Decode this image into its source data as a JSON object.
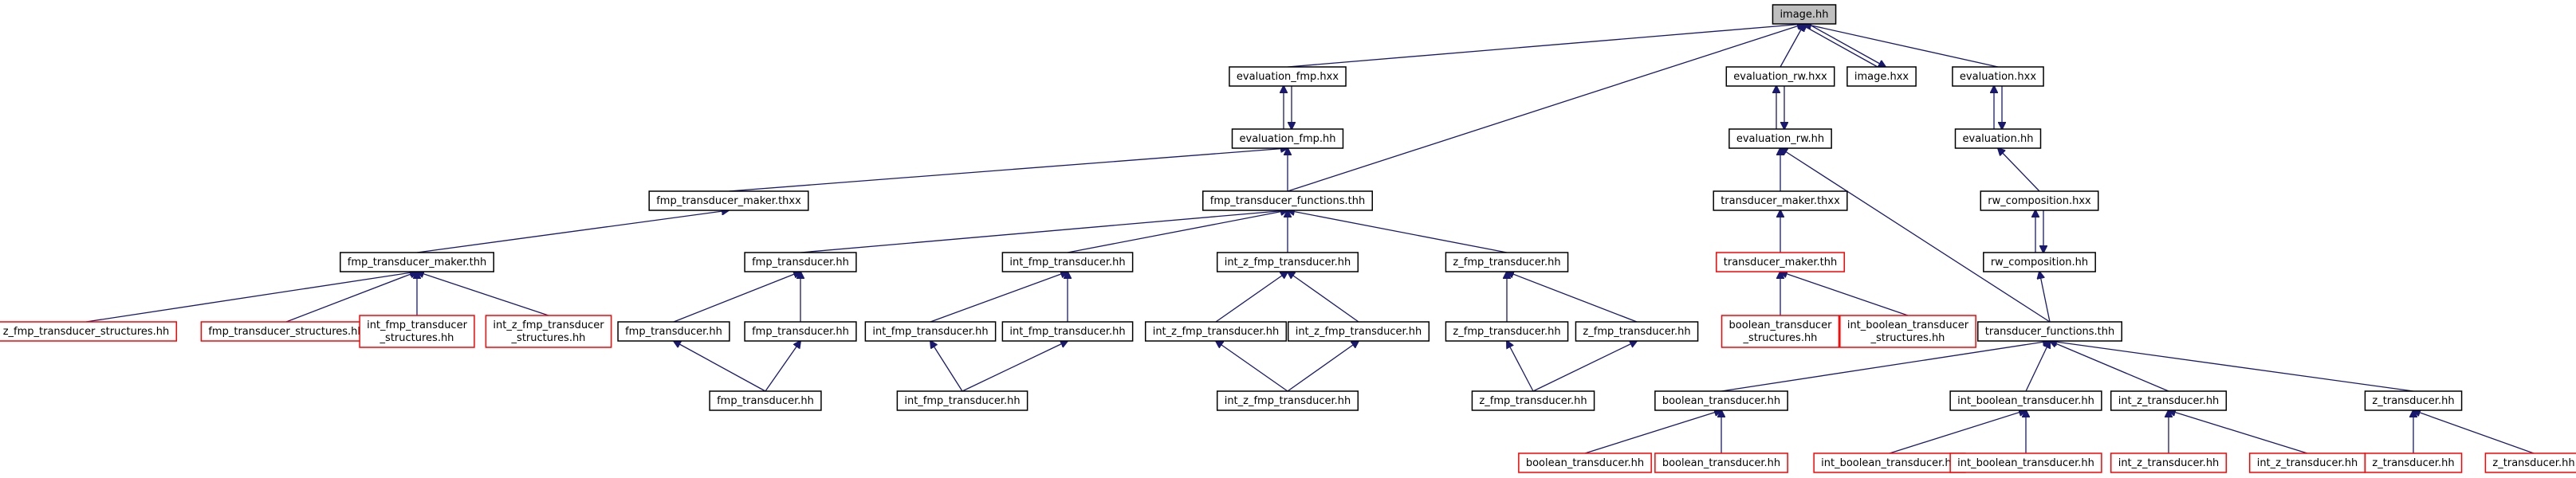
{
  "graph": {
    "nodes": [
      {
        "id": "image_hh",
        "lines": [
          "image.hh"
        ],
        "style": "root"
      },
      {
        "id": "evaluation_fmp_hxx",
        "lines": [
          "evaluation_fmp.hxx"
        ],
        "style": "normal"
      },
      {
        "id": "evaluation_rw_hxx",
        "lines": [
          "evaluation_rw.hxx"
        ],
        "style": "normal"
      },
      {
        "id": "image_hxx",
        "lines": [
          "image.hxx"
        ],
        "style": "normal"
      },
      {
        "id": "evaluation_hxx",
        "lines": [
          "evaluation.hxx"
        ],
        "style": "normal"
      },
      {
        "id": "evaluation_fmp_hh",
        "lines": [
          "evaluation_fmp.hh"
        ],
        "style": "normal"
      },
      {
        "id": "evaluation_rw_hh",
        "lines": [
          "evaluation_rw.hh"
        ],
        "style": "normal"
      },
      {
        "id": "evaluation_hh",
        "lines": [
          "evaluation.hh"
        ],
        "style": "normal"
      },
      {
        "id": "fmp_transducer_maker_thxx",
        "lines": [
          "fmp_transducer_maker.thxx"
        ],
        "style": "normal"
      },
      {
        "id": "fmp_transducer_functions_thh",
        "lines": [
          "fmp_transducer_functions.thh"
        ],
        "style": "normal"
      },
      {
        "id": "transducer_maker_thxx",
        "lines": [
          "transducer_maker.thxx"
        ],
        "style": "normal"
      },
      {
        "id": "rw_composition_hxx",
        "lines": [
          "rw_composition.hxx"
        ],
        "style": "normal"
      },
      {
        "id": "fmp_transducer_maker_thh",
        "lines": [
          "fmp_transducer_maker.thh"
        ],
        "style": "normal"
      },
      {
        "id": "fmp_transducer_hh_a",
        "lines": [
          "fmp_transducer.hh"
        ],
        "style": "normal"
      },
      {
        "id": "int_fmp_transducer_hh_a",
        "lines": [
          "int_fmp_transducer.hh"
        ],
        "style": "normal"
      },
      {
        "id": "int_z_fmp_transducer_hh_a",
        "lines": [
          "int_z_fmp_transducer.hh"
        ],
        "style": "normal"
      },
      {
        "id": "z_fmp_transducer_hh_a",
        "lines": [
          "z_fmp_transducer.hh"
        ],
        "style": "normal"
      },
      {
        "id": "transducer_maker_thh",
        "lines": [
          "transducer_maker.thh"
        ],
        "style": "red"
      },
      {
        "id": "rw_composition_hh",
        "lines": [
          "rw_composition.hh"
        ],
        "style": "normal"
      },
      {
        "id": "z_fmp_transducer_structures_hh",
        "lines": [
          "z_fmp_transducer_structures.hh"
        ],
        "style": "red"
      },
      {
        "id": "fmp_transducer_structures_hh",
        "lines": [
          "fmp_transducer_structures.hh"
        ],
        "style": "red"
      },
      {
        "id": "int_fmp_transducer_structures_hh",
        "lines": [
          "int_fmp_transducer",
          "_structures.hh"
        ],
        "style": "red"
      },
      {
        "id": "int_z_fmp_transducer_structures_hh",
        "lines": [
          "int_z_fmp_transducer",
          "_structures.hh"
        ],
        "style": "red"
      },
      {
        "id": "fmp_transducer_hh_b",
        "lines": [
          "fmp_transducer.hh"
        ],
        "style": "normal"
      },
      {
        "id": "fmp_transducer_hh_c",
        "lines": [
          "fmp_transducer.hh"
        ],
        "style": "normal"
      },
      {
        "id": "int_fmp_transducer_hh_b",
        "lines": [
          "int_fmp_transducer.hh"
        ],
        "style": "normal"
      },
      {
        "id": "int_fmp_transducer_hh_c",
        "lines": [
          "int_fmp_transducer.hh"
        ],
        "style": "normal"
      },
      {
        "id": "int_z_fmp_transducer_hh_b",
        "lines": [
          "int_z_fmp_transducer.hh"
        ],
        "style": "normal"
      },
      {
        "id": "int_z_fmp_transducer_hh_c",
        "lines": [
          "int_z_fmp_transducer.hh"
        ],
        "style": "normal"
      },
      {
        "id": "z_fmp_transducer_hh_b",
        "lines": [
          "z_fmp_transducer.hh"
        ],
        "style": "normal"
      },
      {
        "id": "z_fmp_transducer_hh_c",
        "lines": [
          "z_fmp_transducer.hh"
        ],
        "style": "normal"
      },
      {
        "id": "boolean_transducer_structures_hh",
        "lines": [
          "boolean_transducer",
          "_structures.hh"
        ],
        "style": "red"
      },
      {
        "id": "int_boolean_transducer_structures_hh",
        "lines": [
          "int_boolean_transducer",
          "_structures.hh"
        ],
        "style": "red"
      },
      {
        "id": "transducer_functions_thh",
        "lines": [
          "transducer_functions.thh"
        ],
        "style": "normal"
      },
      {
        "id": "fmp_transducer_hh_d",
        "lines": [
          "fmp_transducer.hh"
        ],
        "style": "normal"
      },
      {
        "id": "int_fmp_transducer_hh_d",
        "lines": [
          "int_fmp_transducer.hh"
        ],
        "style": "normal"
      },
      {
        "id": "int_z_fmp_transducer_hh_d",
        "lines": [
          "int_z_fmp_transducer.hh"
        ],
        "style": "normal"
      },
      {
        "id": "z_fmp_transducer_hh_d",
        "lines": [
          "z_fmp_transducer.hh"
        ],
        "style": "normal"
      },
      {
        "id": "boolean_transducer_hh_a",
        "lines": [
          "boolean_transducer.hh"
        ],
        "style": "normal"
      },
      {
        "id": "int_boolean_transducer_hh_a",
        "lines": [
          "int_boolean_transducer.hh"
        ],
        "style": "normal"
      },
      {
        "id": "int_z_transducer_hh_a",
        "lines": [
          "int_z_transducer.hh"
        ],
        "style": "normal"
      },
      {
        "id": "z_transducer_hh_a",
        "lines": [
          "z_transducer.hh"
        ],
        "style": "normal"
      },
      {
        "id": "boolean_transducer_hh_b",
        "lines": [
          "boolean_transducer.hh"
        ],
        "style": "red"
      },
      {
        "id": "boolean_transducer_hh_c",
        "lines": [
          "boolean_transducer.hh"
        ],
        "style": "red"
      },
      {
        "id": "int_boolean_transducer_hh_b",
        "lines": [
          "int_boolean_transducer.hh"
        ],
        "style": "red"
      },
      {
        "id": "int_boolean_transducer_hh_c",
        "lines": [
          "int_boolean_transducer.hh"
        ],
        "style": "red"
      },
      {
        "id": "int_z_transducer_hh_b",
        "lines": [
          "int_z_transducer.hh"
        ],
        "style": "red"
      },
      {
        "id": "int_z_transducer_hh_c",
        "lines": [
          "int_z_transducer.hh"
        ],
        "style": "red"
      },
      {
        "id": "z_transducer_hh_b",
        "lines": [
          "z_transducer.hh"
        ],
        "style": "red"
      },
      {
        "id": "z_transducer_hh_c",
        "lines": [
          "z_transducer.hh"
        ],
        "style": "red"
      }
    ],
    "edges": [
      [
        "evaluation_fmp_hxx",
        "image_hh"
      ],
      [
        "evaluation_rw_hxx",
        "image_hh"
      ],
      [
        "image_hxx",
        "image_hh"
      ],
      [
        "image_hh",
        "image_hxx"
      ],
      [
        "evaluation_hxx",
        "image_hh"
      ],
      [
        "fmp_transducer_functions_thh",
        "image_hh"
      ],
      [
        "evaluation_fmp_hh",
        "evaluation_fmp_hxx"
      ],
      [
        "evaluation_fmp_hxx",
        "evaluation_fmp_hh"
      ],
      [
        "evaluation_rw_hh",
        "evaluation_rw_hxx"
      ],
      [
        "evaluation_rw_hxx",
        "evaluation_rw_hh"
      ],
      [
        "evaluation_hh",
        "evaluation_hxx"
      ],
      [
        "evaluation_hxx",
        "evaluation_hh"
      ],
      [
        "fmp_transducer_maker_thxx",
        "evaluation_fmp_hh"
      ],
      [
        "fmp_transducer_functions_thh",
        "evaluation_fmp_hh"
      ],
      [
        "transducer_maker_thxx",
        "evaluation_rw_hh"
      ],
      [
        "transducer_functions_thh",
        "evaluation_rw_hh"
      ],
      [
        "rw_composition_hxx",
        "evaluation_hh"
      ],
      [
        "fmp_transducer_maker_thh",
        "fmp_transducer_maker_thxx"
      ],
      [
        "fmp_transducer_hh_a",
        "fmp_transducer_functions_thh"
      ],
      [
        "int_fmp_transducer_hh_a",
        "fmp_transducer_functions_thh"
      ],
      [
        "int_z_fmp_transducer_hh_a",
        "fmp_transducer_functions_thh"
      ],
      [
        "z_fmp_transducer_hh_a",
        "fmp_transducer_functions_thh"
      ],
      [
        "transducer_maker_thh",
        "transducer_maker_thxx"
      ],
      [
        "rw_composition_hh",
        "rw_composition_hxx"
      ],
      [
        "rw_composition_hxx",
        "rw_composition_hh"
      ],
      [
        "z_fmp_transducer_structures_hh",
        "fmp_transducer_maker_thh"
      ],
      [
        "fmp_transducer_structures_hh",
        "fmp_transducer_maker_thh"
      ],
      [
        "int_fmp_transducer_structures_hh",
        "fmp_transducer_maker_thh"
      ],
      [
        "int_z_fmp_transducer_structures_hh",
        "fmp_transducer_maker_thh"
      ],
      [
        "fmp_transducer_hh_b",
        "fmp_transducer_hh_a"
      ],
      [
        "fmp_transducer_hh_c",
        "fmp_transducer_hh_a"
      ],
      [
        "int_fmp_transducer_hh_b",
        "int_fmp_transducer_hh_a"
      ],
      [
        "int_fmp_transducer_hh_c",
        "int_fmp_transducer_hh_a"
      ],
      [
        "int_z_fmp_transducer_hh_b",
        "int_z_fmp_transducer_hh_a"
      ],
      [
        "int_z_fmp_transducer_hh_c",
        "int_z_fmp_transducer_hh_a"
      ],
      [
        "z_fmp_transducer_hh_b",
        "z_fmp_transducer_hh_a"
      ],
      [
        "z_fmp_transducer_hh_c",
        "z_fmp_transducer_hh_a"
      ],
      [
        "boolean_transducer_structures_hh",
        "transducer_maker_thh"
      ],
      [
        "int_boolean_transducer_structures_hh",
        "transducer_maker_thh"
      ],
      [
        "transducer_functions_thh",
        "rw_composition_hh"
      ],
      [
        "fmp_transducer_hh_d",
        "fmp_transducer_hh_b"
      ],
      [
        "fmp_transducer_hh_d",
        "fmp_transducer_hh_c"
      ],
      [
        "int_fmp_transducer_hh_d",
        "int_fmp_transducer_hh_b"
      ],
      [
        "int_fmp_transducer_hh_d",
        "int_fmp_transducer_hh_c"
      ],
      [
        "int_z_fmp_transducer_hh_d",
        "int_z_fmp_transducer_hh_b"
      ],
      [
        "int_z_fmp_transducer_hh_d",
        "int_z_fmp_transducer_hh_c"
      ],
      [
        "z_fmp_transducer_hh_d",
        "z_fmp_transducer_hh_b"
      ],
      [
        "z_fmp_transducer_hh_d",
        "z_fmp_transducer_hh_c"
      ],
      [
        "boolean_transducer_hh_a",
        "transducer_functions_thh"
      ],
      [
        "int_boolean_transducer_hh_a",
        "transducer_functions_thh"
      ],
      [
        "int_z_transducer_hh_a",
        "transducer_functions_thh"
      ],
      [
        "z_transducer_hh_a",
        "transducer_functions_thh"
      ],
      [
        "boolean_transducer_hh_b",
        "boolean_transducer_hh_a"
      ],
      [
        "boolean_transducer_hh_c",
        "boolean_transducer_hh_a"
      ],
      [
        "int_boolean_transducer_hh_b",
        "int_boolean_transducer_hh_a"
      ],
      [
        "int_boolean_transducer_hh_c",
        "int_boolean_transducer_hh_a"
      ],
      [
        "int_z_transducer_hh_b",
        "int_z_transducer_hh_a"
      ],
      [
        "int_z_transducer_hh_c",
        "int_z_transducer_hh_a"
      ],
      [
        "z_transducer_hh_b",
        "z_transducer_hh_a"
      ],
      [
        "z_transducer_hh_c",
        "z_transducer_hh_a"
      ]
    ]
  }
}
